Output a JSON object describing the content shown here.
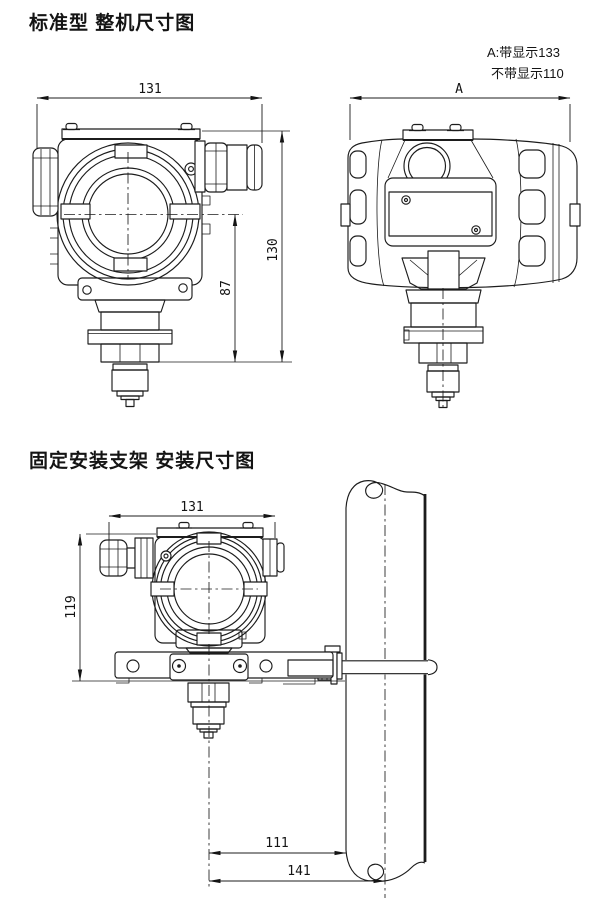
{
  "section1": {
    "title": "标准型 整机尺寸图",
    "note": {
      "line1": "A:带显示133",
      "line2": "不带显示110"
    },
    "dims": {
      "width_front": "131",
      "width_side": "A",
      "height_overall": "130",
      "height_to_center": "87"
    }
  },
  "section2": {
    "title": "固定安装支架 安装尺寸图",
    "dims": {
      "width": "131",
      "height": "119",
      "to_pipe_edge": "111",
      "to_pipe_center": "141"
    }
  }
}
